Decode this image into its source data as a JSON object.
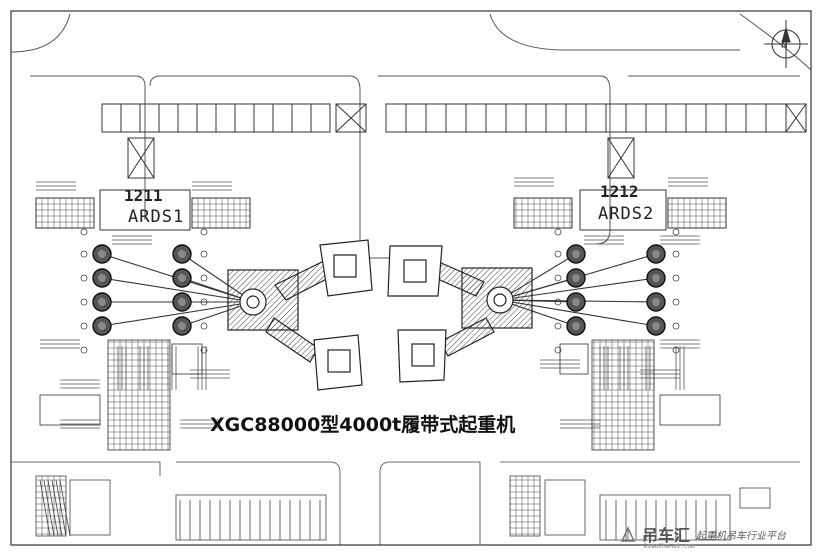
{
  "units": [
    {
      "number": "1211",
      "name": "ARDS1"
    },
    {
      "number": "1212",
      "name": "ARDS2"
    }
  ],
  "caption": "XGC88000型4000t履带式起重机",
  "watermark": {
    "brand": "吊车汇",
    "domain": "DiaoCheHui.com",
    "tagline": "起重机吊车行业平台"
  },
  "colors": {
    "line": "#333333",
    "background": "#ffffff"
  },
  "icons": [
    "north-arrow-icon",
    "crane-logo-icon"
  ]
}
